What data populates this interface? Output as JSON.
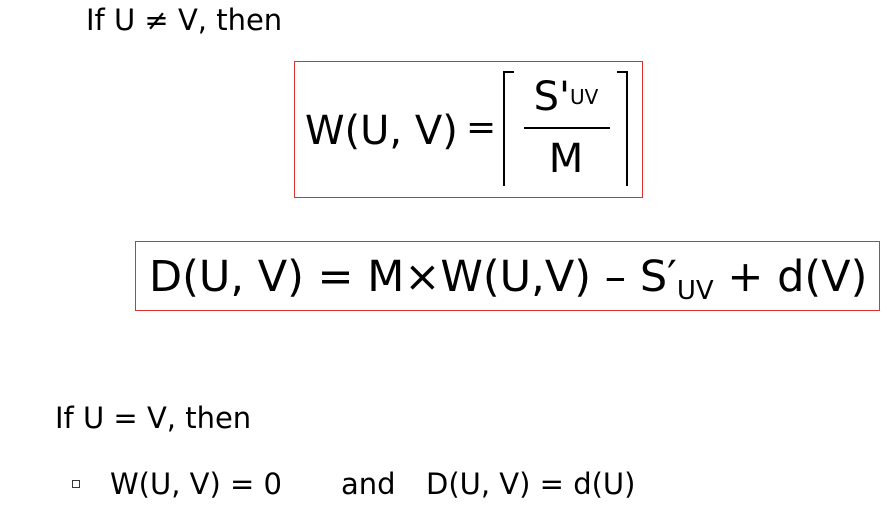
{
  "condition_not_equal": "If U ≠ V, then",
  "formula_w": {
    "lhs": "W(U, V)",
    "equals": "=",
    "numerator_main": "S'",
    "numerator_sub": "UV",
    "denominator": "M"
  },
  "formula_d": {
    "main": "D(U, V) = M×W(U,V) – S′",
    "sub": "UV",
    "tail": " + d(V)"
  },
  "condition_equal": "If U = V, then",
  "bullet": {
    "part1": "W(U, V) = 0",
    "connector": "and",
    "part2": "D(U, V) = d(U)"
  },
  "colors": {
    "box_border": "#e03030",
    "text": "#000000"
  }
}
